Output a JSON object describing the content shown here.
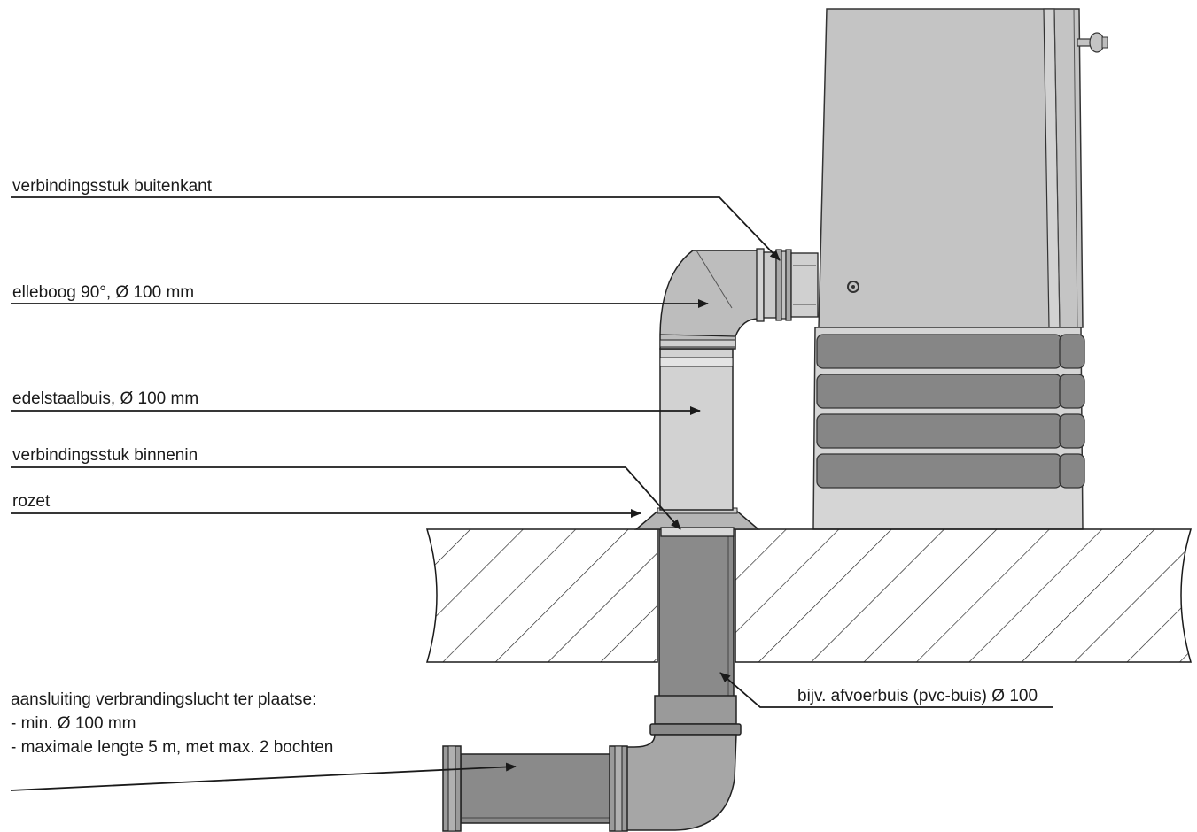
{
  "labels": {
    "outer_connector": "verbindingsstuk buitenkant",
    "elbow": "elleboog 90°, Ø 100 mm",
    "steel_pipe": "edelstaalbuis, Ø 100 mm",
    "inner_connector": "verbindingsstuk binnenin",
    "rosette": "rozet",
    "drain_pipe": "bijv. afvoerbuis (pvc-buis) Ø 100",
    "air_supply_title": "aansluiting verbrandingslucht ter plaatse:",
    "air_supply_item1": "-   min. Ø 100 mm",
    "air_supply_item2": "-   maximale lengte 5 m, met max. 2 bochten"
  },
  "colors": {
    "stove_body": "#c6c6c6",
    "stove_base": "#d6d6d6",
    "stone": "#858585",
    "steel": "#d2d2d2",
    "pvc": "#8a8a8a",
    "line": "#1a1a1a"
  }
}
